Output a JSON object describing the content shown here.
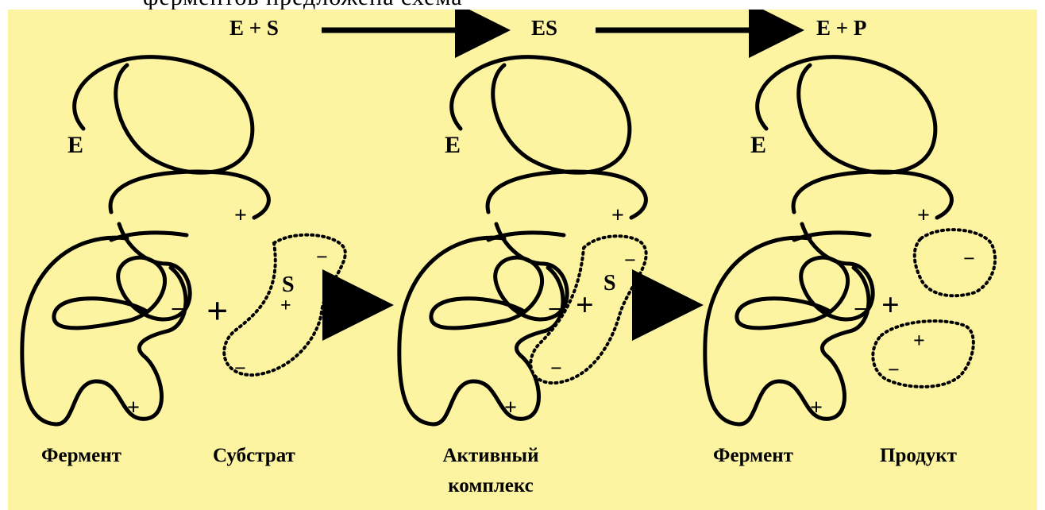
{
  "header_fragment": "ферментов предложена схема",
  "equation": {
    "reactants": "E + S",
    "complex": "ES",
    "products": "E + P"
  },
  "labels": {
    "enzyme_letter": "E",
    "substrate_letter": "S"
  },
  "captions": {
    "enzyme_1": "Фермент",
    "substrate": "Субстрат",
    "complex_line1": "Активный",
    "complex_line2": "комплекс",
    "enzyme_2": "Фермент",
    "product": "Продукт"
  },
  "charges": {
    "plus": "+",
    "minus": "−"
  },
  "colors": {
    "background": "#fdf4a2",
    "ink": "#000000"
  }
}
